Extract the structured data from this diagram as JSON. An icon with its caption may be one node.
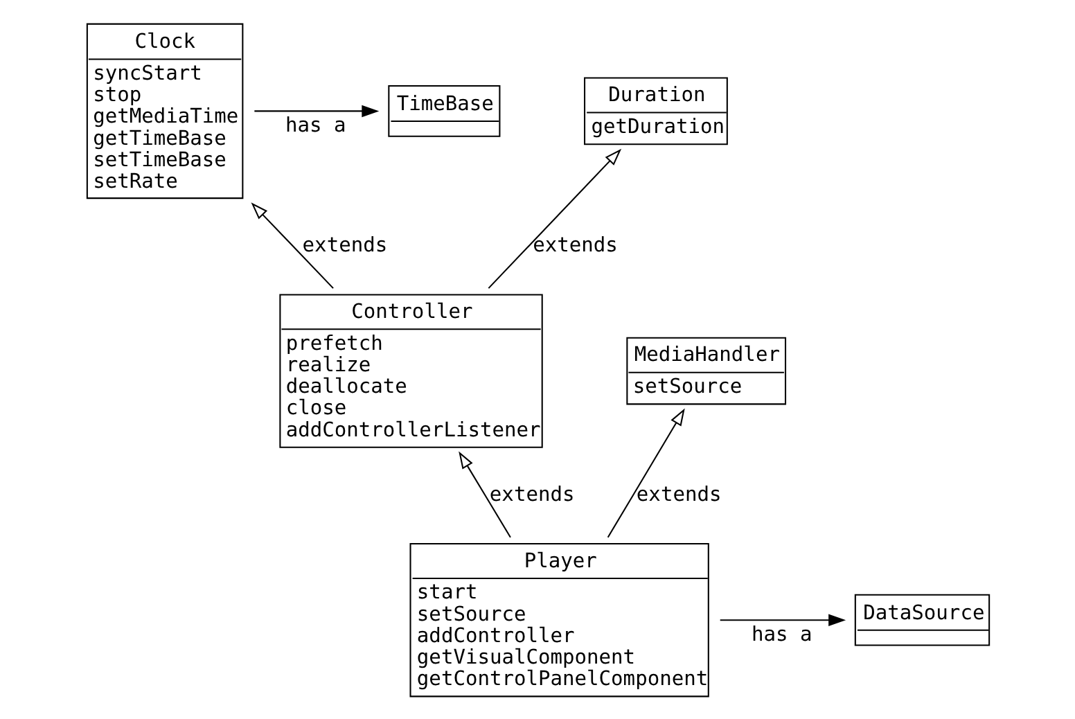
{
  "diagram": {
    "nodes": [
      {
        "text": [
          "Clock",
          "syncStart",
          "stop",
          "getMediaTime",
          "getTimeBase",
          "setTimeBase",
          "setRate"
        ]
      },
      {
        "text": [
          "TimeBase"
        ]
      },
      {
        "text": [
          "Duration",
          "getDuration"
        ]
      },
      {
        "text": [
          "Controller",
          "prefetch",
          "realize",
          "deallocate",
          "close",
          "addControllerListener"
        ]
      },
      {
        "text": [
          "MediaHandler",
          "setSource"
        ]
      },
      {
        "text": [
          "Player",
          "start",
          "setSource",
          "addController",
          "getVisualComponent",
          "getControlPanelComponent"
        ]
      },
      {
        "text": [
          "DataSource"
        ]
      }
    ],
    "edges": [
      {
        "from": 0,
        "to": 1,
        "arrow": "to",
        "label": "has a"
      },
      {
        "from": 3,
        "to": 0,
        "arrow": "to",
        "label": "extends"
      },
      {
        "from": 3,
        "to": 2,
        "arrow": "to",
        "label": "extends"
      },
      {
        "from": 5,
        "to": 3,
        "arrow": "to",
        "label": "extends"
      },
      {
        "from": 5,
        "to": 4,
        "arrow": "to",
        "label": "extends"
      },
      {
        "from": 5,
        "to": 6,
        "arrow": "to",
        "label": "has a"
      }
    ]
  }
}
